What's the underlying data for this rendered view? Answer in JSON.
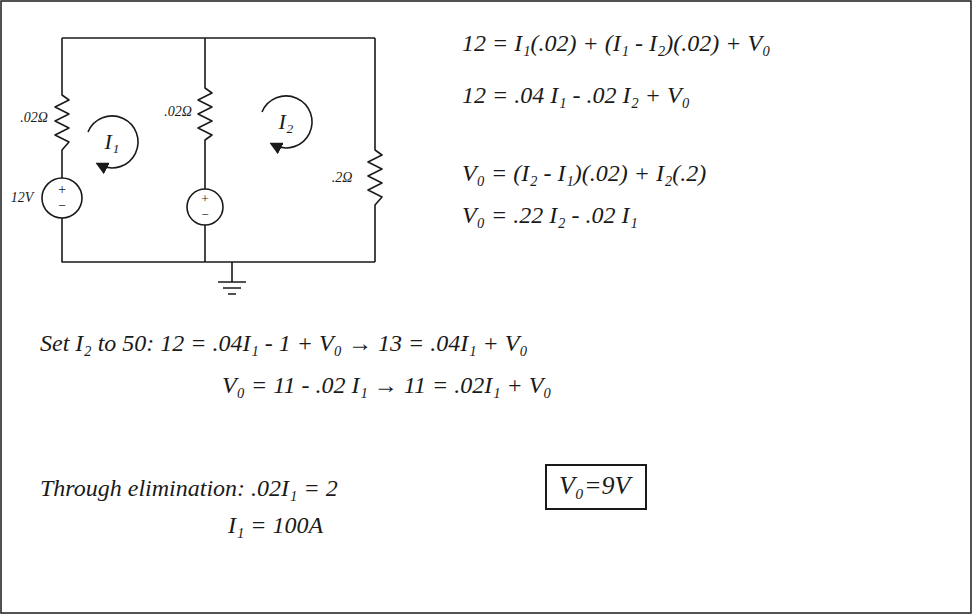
{
  "diagram": {
    "nodes": [
      {
        "text": [
          "V₀=9V"
        ]
      }
    ],
    "labels": [
      ".02Ω",
      "I₁",
      ".02Ω",
      "I₂",
      ".2Ω",
      "12V",
      "+",
      "−",
      "+",
      "−",
      "12 = I₁(.02) + (I₁ - I₂)(.02) + V₀",
      "12 = .04 I₁ - .02 I₂ + V₀",
      "V₀ = (I₂ - I₁)(.02) + I₂(.2)",
      "V₀ = .22 I₂ - .02 I₁",
      "Set I₂ to 50: 12 = .04I₁ - 1 + V₀ → 13 = .04I₁ + V₀",
      "V₀ = 11 - .02 I₁ → 11 = .02I₁ + V₀",
      "Through elimination: .02I₁ = 2",
      "I₁ = 100A"
    ]
  }
}
